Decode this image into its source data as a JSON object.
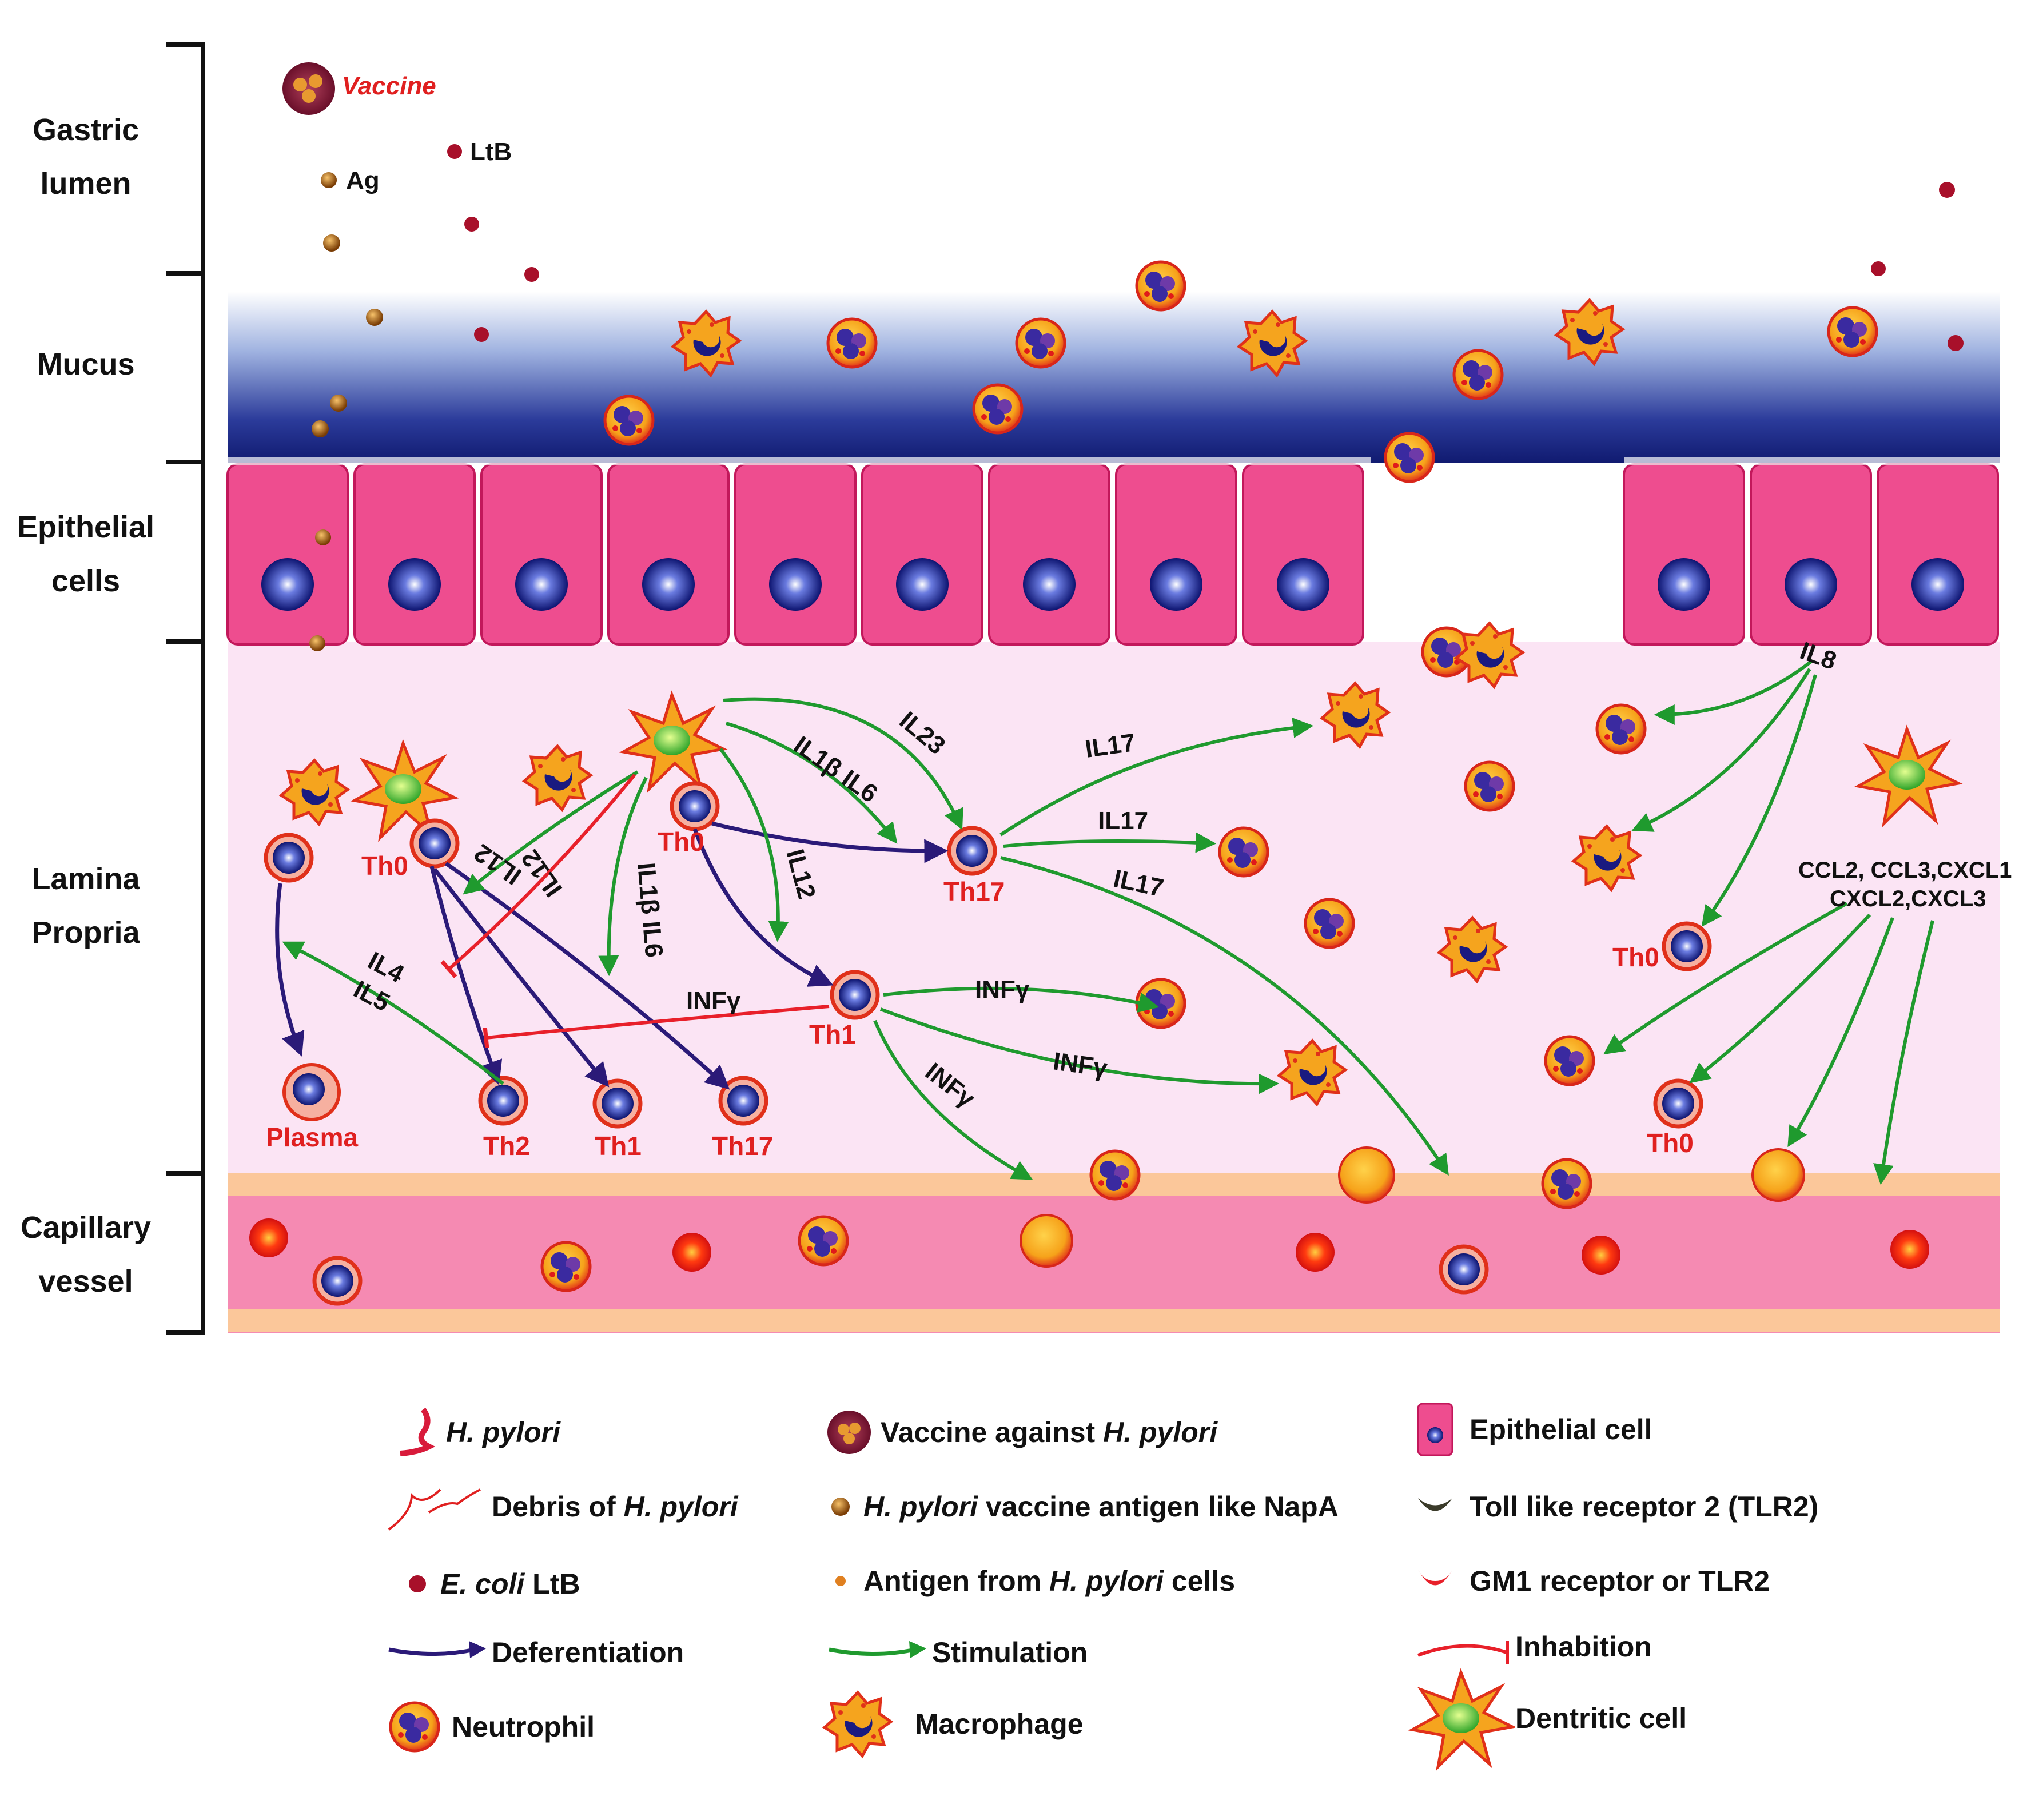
{
  "regions": [
    {
      "label": "Gastric\nlumen"
    },
    {
      "label": "Mucus"
    },
    {
      "label": "Epithelial\ncells"
    },
    {
      "label": "Lamina\nPropria"
    },
    {
      "label": "Capillary\nvessel"
    }
  ],
  "top_labels": {
    "vaccine": "Vaccine",
    "ltb": "LtB",
    "ag": "Ag"
  },
  "cell_labels": {
    "th0_a": "Th0",
    "th0_b": "Th0",
    "th0_c": "Th0",
    "th0_d": "Th0",
    "th17_mid": "Th17",
    "th1_mid": "Th1",
    "plasma": "Plasma",
    "th2": "Th2",
    "th1_low": "Th1",
    "th17_low": "Th17"
  },
  "cytokines": {
    "il23": "IL23",
    "il1b_il6_top": "IL1β IL6",
    "il12_mid": "IL12",
    "il12_a": "IL12",
    "il12_b": "IL12",
    "il1b_il6_left": "IL1β IL6",
    "il4": "IL4",
    "il5": "IL5",
    "il17_a": "IL17",
    "il17_b": "IL17",
    "il17_c": "IL17",
    "infg_a": "INFγ",
    "infg_b": "INFγ",
    "infg_c": "INFγ",
    "infg_d": "INFγ",
    "il8": "IL8",
    "chemokines_1": "CCL2, CCL3,CXCL1",
    "chemokines_2": "CXCL2,CXCL3"
  },
  "legend": [
    {
      "icon": "h-pylori-icon",
      "pre": "",
      "italic": "H. pylori",
      "post": ""
    },
    {
      "icon": "vaccine-icon",
      "pre": "Vaccine against ",
      "italic": "H. pylori",
      "post": ""
    },
    {
      "icon": "epithelial-cell-icon",
      "pre": "Epithelial cell",
      "italic": "",
      "post": ""
    },
    {
      "icon": "debris-icon",
      "pre": "Debris of ",
      "italic": "H. pylori",
      "post": ""
    },
    {
      "icon": "vaccine-antigen-icon",
      "pre": "",
      "italic": "H. pylori",
      "post": " vaccine antigen like NapA"
    },
    {
      "icon": "tlr2-icon",
      "pre": "Toll like receptor 2 (TLR2)",
      "italic": "",
      "post": ""
    },
    {
      "icon": "ltb-icon",
      "pre": "",
      "italic": "E. coli",
      "post": " LtB"
    },
    {
      "icon": "hp-antigen-icon",
      "pre": "Antigen from ",
      "italic": "H. pylori",
      "post": " cells"
    },
    {
      "icon": "gm1-receptor-icon",
      "pre": "GM1 receptor or TLR2",
      "italic": "",
      "post": ""
    },
    {
      "icon": "differentiation-arrow-icon",
      "pre": "Deferentiation",
      "italic": "",
      "post": ""
    },
    {
      "icon": "stimulation-arrow-icon",
      "pre": "Stimulation",
      "italic": "",
      "post": ""
    },
    {
      "icon": "inhibition-icon",
      "pre": "Inhabition",
      "italic": "",
      "post": ""
    },
    {
      "icon": "neutrophil-icon",
      "pre": "Neutrophil",
      "italic": "",
      "post": ""
    },
    {
      "icon": "macrophage-icon",
      "pre": "Macrophage",
      "italic": "",
      "post": ""
    },
    {
      "icon": "dendritic-cell-icon",
      "pre": "Dentritic cell",
      "italic": "",
      "post": ""
    }
  ],
  "colors": {
    "stimulation": "#1f9a2e",
    "differentiation": "#2b1a78",
    "inhibition": "#e8202a",
    "epithelium": "#ee4d8f",
    "lamina": "#fbe4f4",
    "vessel": "#f58ab2",
    "mucus_top": "#ffffff",
    "mucus_bottom": "#16207a",
    "nucleus": "#1a1a80",
    "label_red": "#e02020"
  }
}
